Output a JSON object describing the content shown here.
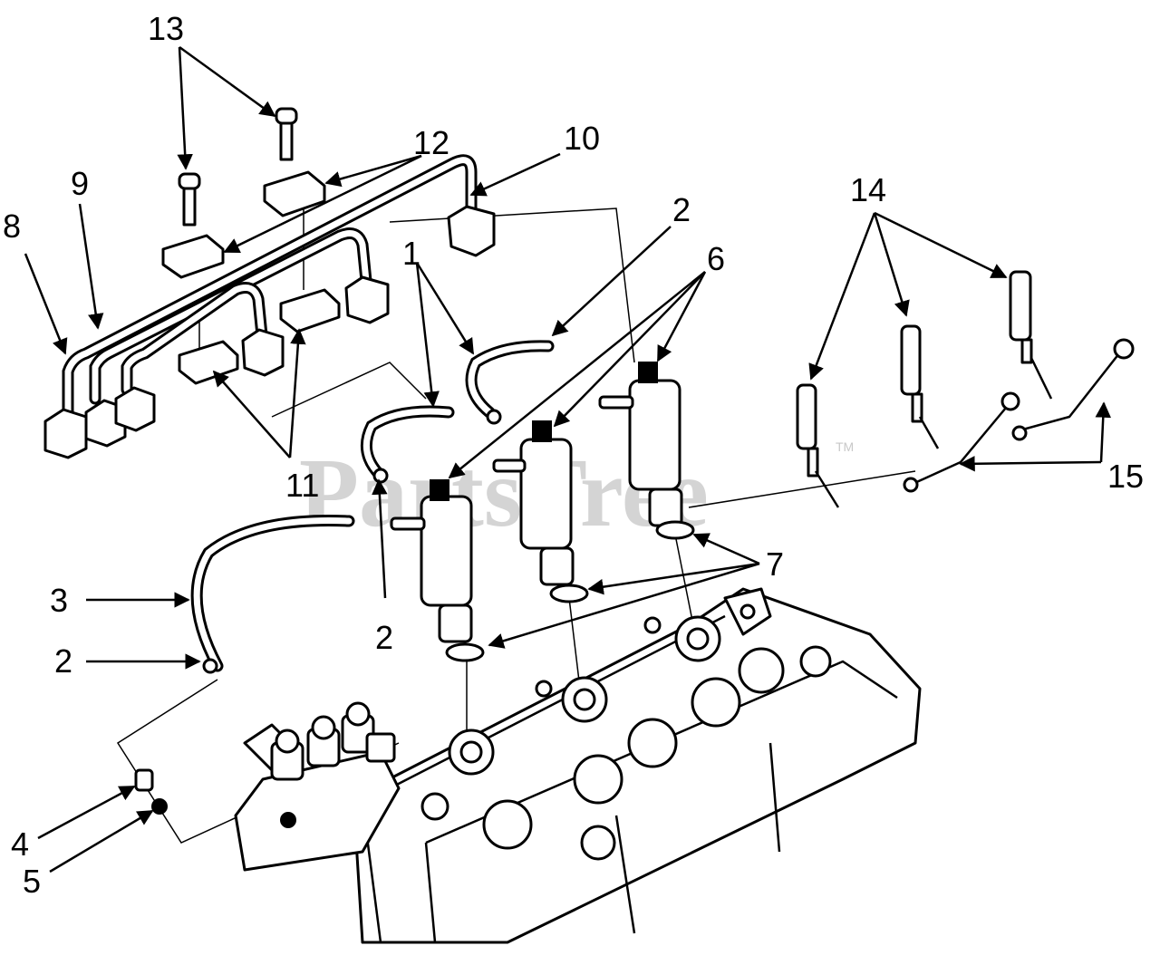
{
  "watermark": {
    "text": "PartsTree",
    "trademark": "TM"
  },
  "callouts": {
    "c1": "1",
    "c2a": "2",
    "c2b": "2",
    "c2c": "2",
    "c3": "3",
    "c4": "4",
    "c5": "5",
    "c6": "6",
    "c7": "7",
    "c8": "8",
    "c9": "9",
    "c10": "10",
    "c11": "11",
    "c12": "12",
    "c13": "13",
    "c14": "14",
    "c15": "15"
  }
}
